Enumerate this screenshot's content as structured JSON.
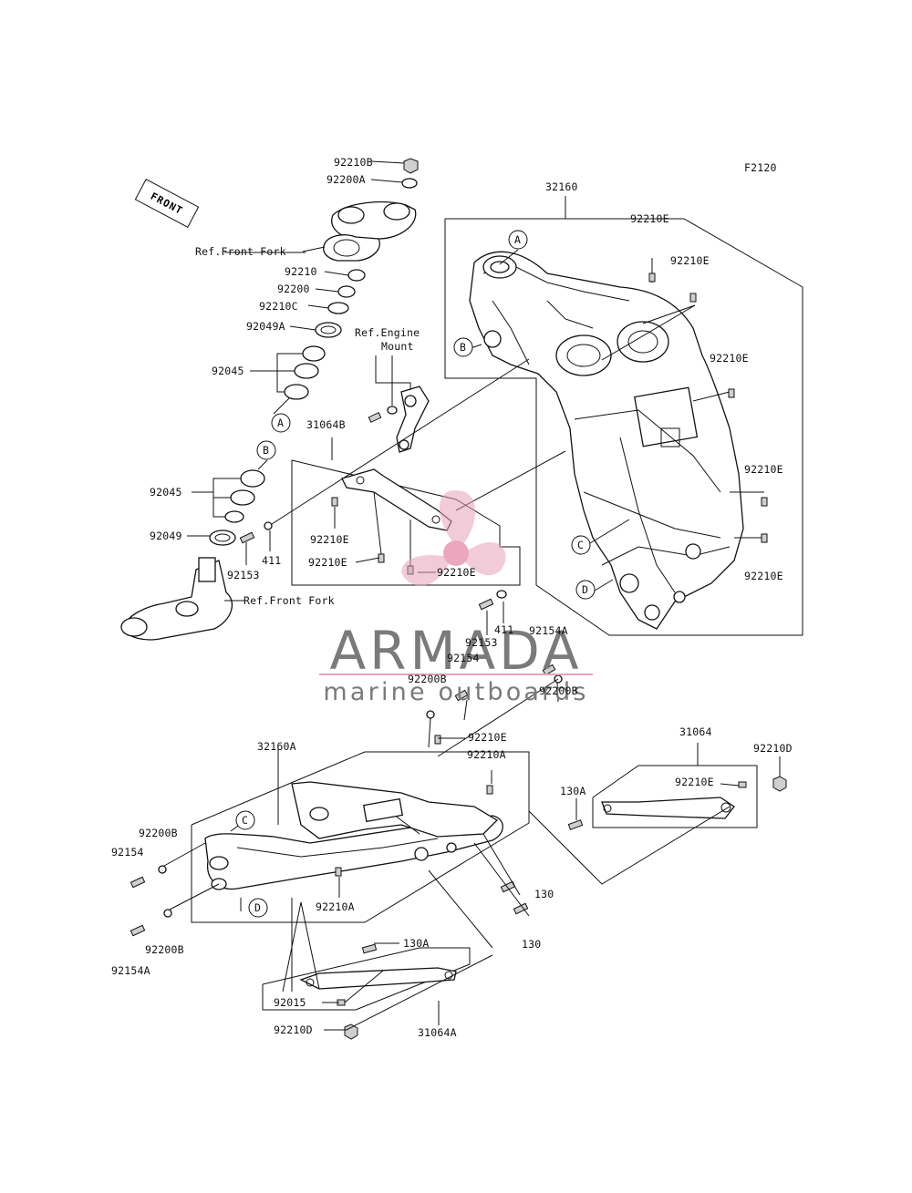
{
  "diagram_code": "F2120",
  "front_label": "FRONT",
  "watermark": {
    "title": "ARMADA",
    "subtitle": "marine outboards",
    "accent_color": "#e8a2bb"
  },
  "labels": {
    "l92210B": "92210B",
    "l92200A": "92200A",
    "refFrontFork1": "Ref.Front Fork",
    "l92210": "92210",
    "l92200": "92200",
    "l92210C": "92210C",
    "l92049A": "92049A",
    "refEngine1": "Ref.Engine",
    "refEngine2": "Mount",
    "l92045a": "92045",
    "l31064B": "31064B",
    "l92045b": "92045",
    "l92049": "92049",
    "l92153a": "92153",
    "l411a": "411",
    "refFrontFork2": "Ref.Front Fork",
    "l92210E_1": "92210E",
    "l92210E_2": "92210E",
    "l92210E_3": "92210E",
    "l32160": "32160",
    "l92210E_top1": "92210E",
    "l92210E_top2": "92210E",
    "l92210E_r1": "92210E",
    "l92210E_r2": "92210E",
    "l92210E_r3": "92210E",
    "l411b": "411",
    "l92153b": "92153",
    "l92154A_top": "92154A",
    "l92154_top": "92154",
    "l92200B_a": "92200B",
    "l92200B_b": "92200B",
    "l32160A": "32160A",
    "l92210E_mid": "92210E",
    "l92210A_1": "92210A",
    "l31064": "31064",
    "l92210D_1": "92210D",
    "l92210E_31064": "92210E",
    "l130A_1": "130A",
    "l92200B_left": "92200B",
    "l92154_left": "92154",
    "l92210A_2": "92210A",
    "l130_1": "130",
    "l130_2": "130",
    "l92200B_low": "92200B",
    "l92154A_low": "92154A",
    "l130A_2": "130A",
    "l92015": "92015",
    "l92210D_2": "92210D",
    "l31064A": "31064A"
  },
  "callouts": {
    "A": "A",
    "B": "B",
    "C": "C",
    "D": "D"
  }
}
